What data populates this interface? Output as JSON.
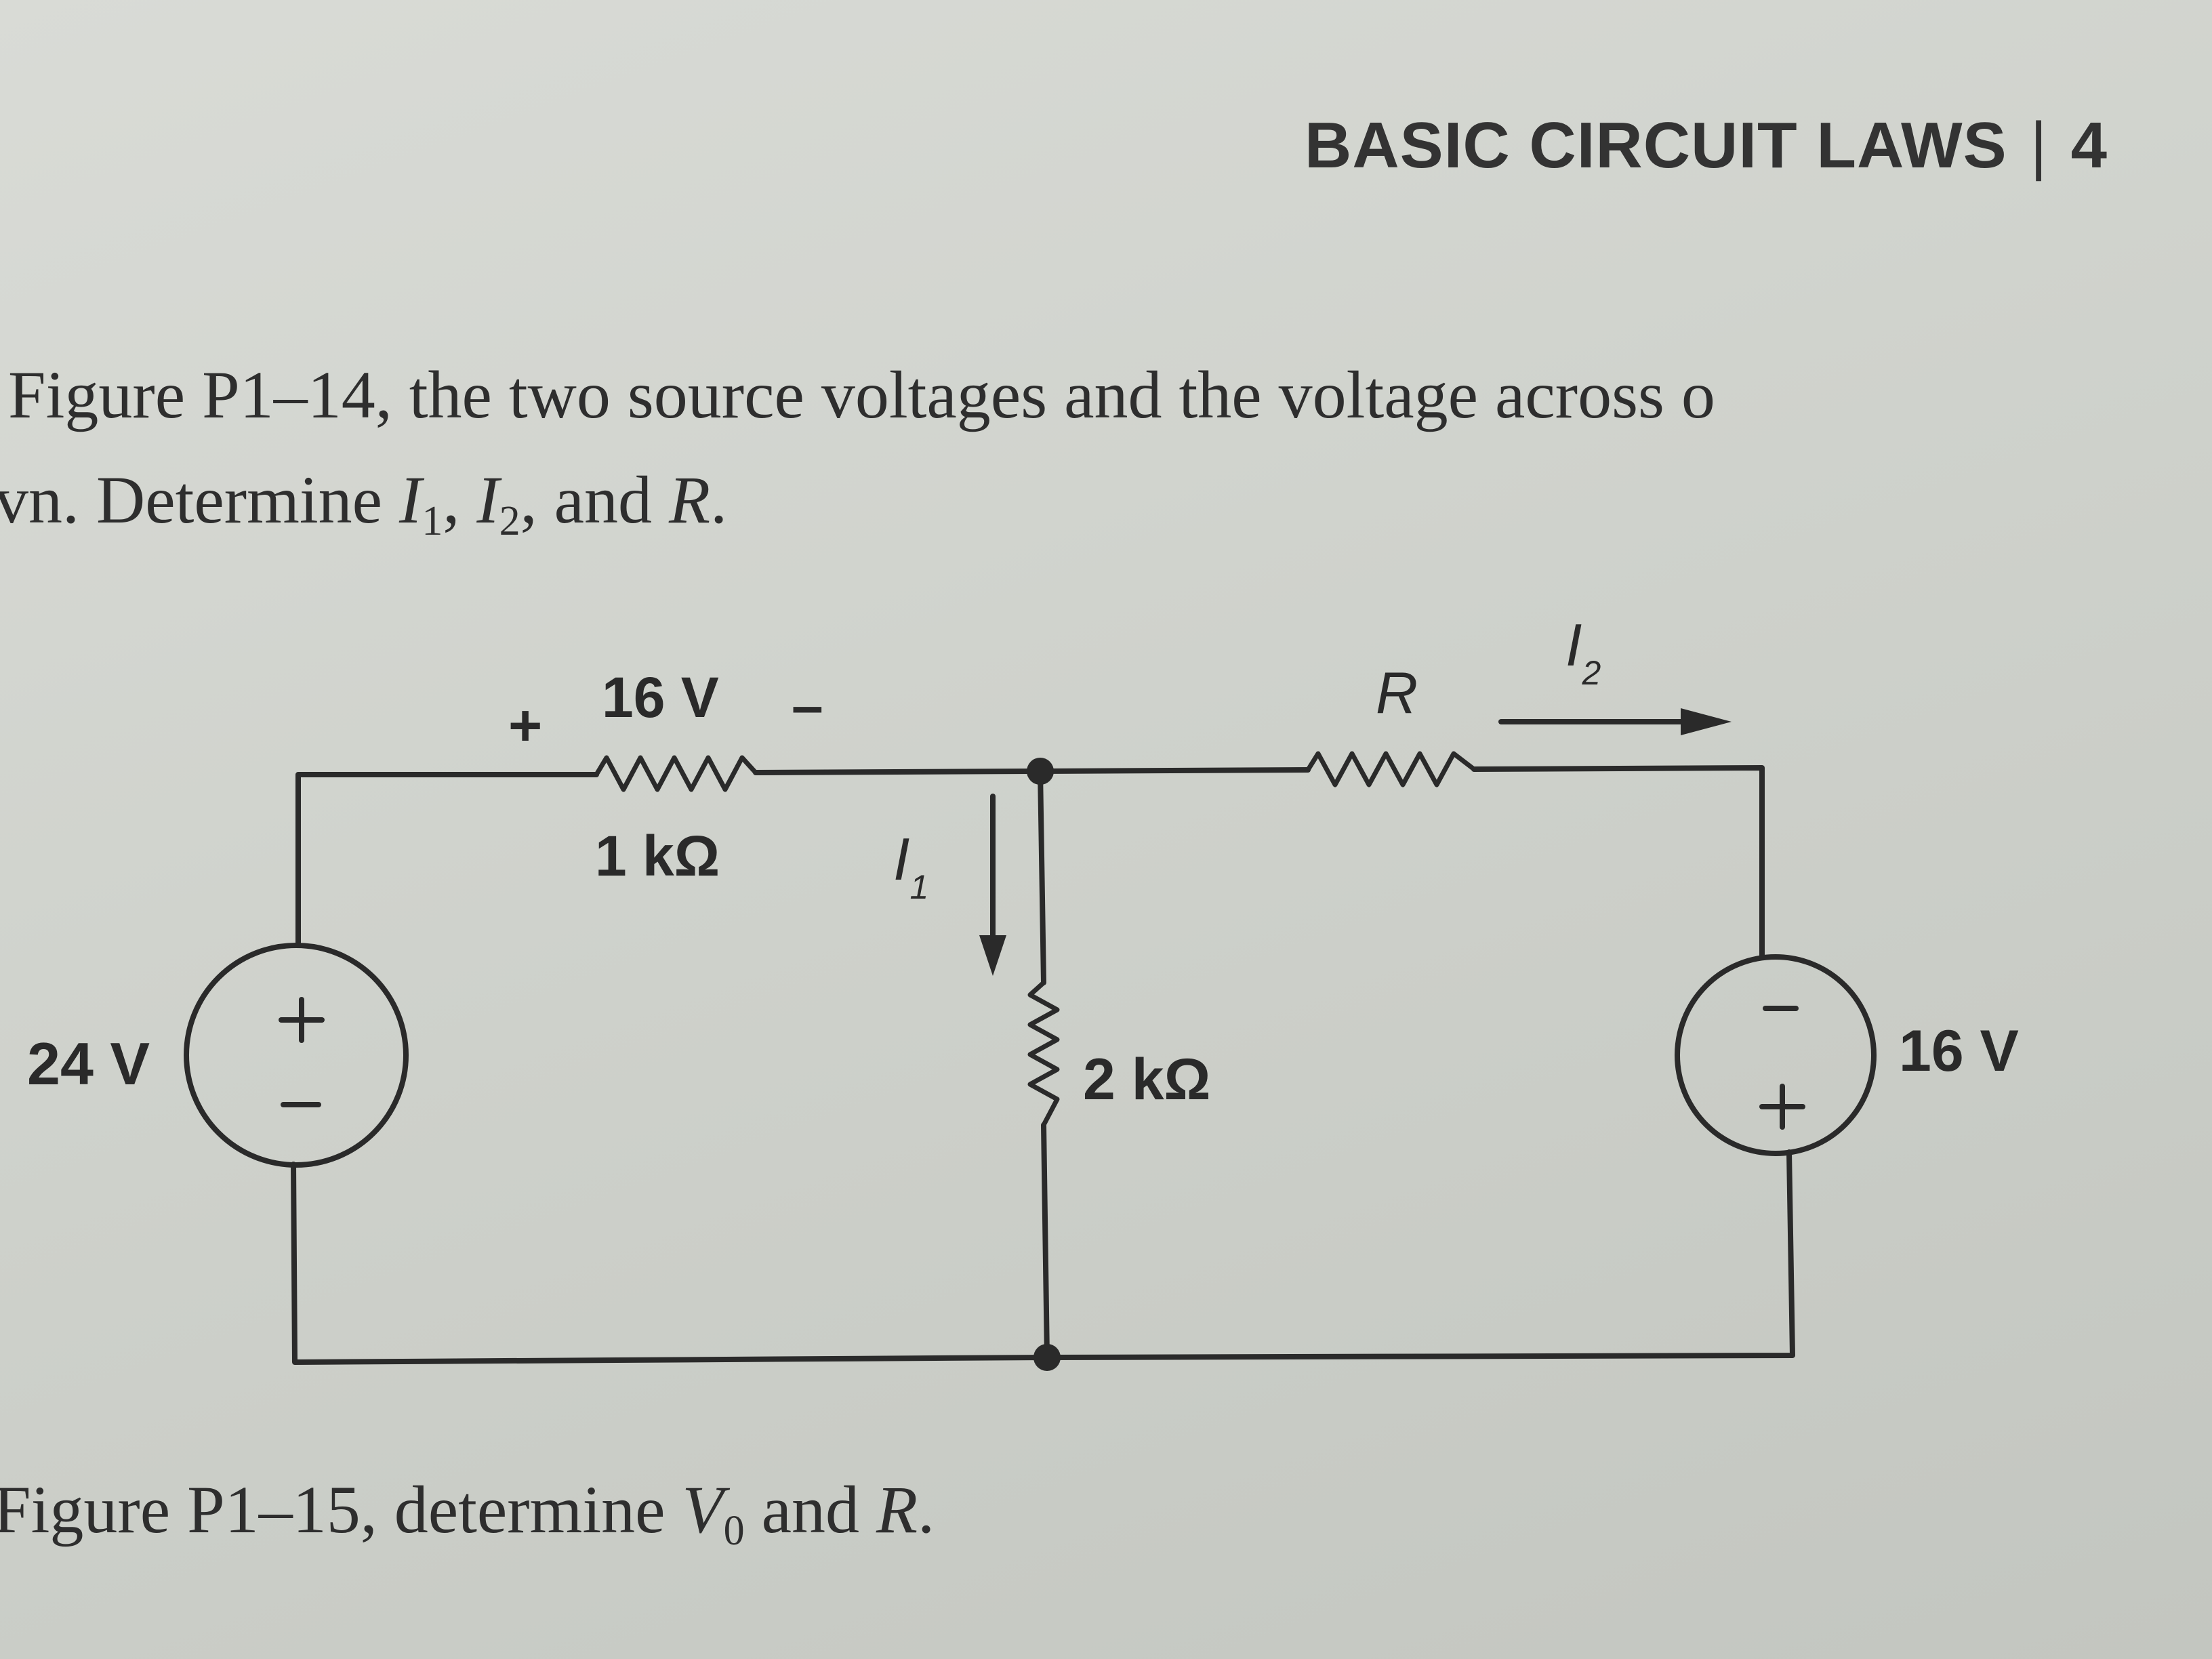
{
  "header": {
    "running_head": "BASIC CIRCUIT LAWS",
    "separator": "|",
    "page_number": "4"
  },
  "problem": {
    "line1": "Figure P1–14, the two source voltages and the voltage across o",
    "line2_prefix": "vn. Determine ",
    "i1_symbol": "I",
    "i1_sub": "1",
    "i2_symbol": "I",
    "i2_sub": "2",
    "line2_mid": ", and ",
    "r_symbol": "R",
    "line2_end": "."
  },
  "circuit": {
    "top_resistor_voltage": "16 V",
    "plus_sign": "+",
    "minus_sign": "–",
    "top_resistor_value": "1 kΩ",
    "middle_resistor_value": "2 kΩ",
    "right_resistor_label": "R",
    "current_1": "I",
    "current_1_sub": "1",
    "current_2": "I",
    "current_2_sub": "2",
    "left_source_voltage": "24 V",
    "right_source_voltage": "16 V"
  },
  "next_problem": {
    "prefix": "Figure P1–15, determine ",
    "v_symbol": "V",
    "v_sub": "0",
    "mid": " and ",
    "r_symbol": "R",
    "end": "."
  }
}
